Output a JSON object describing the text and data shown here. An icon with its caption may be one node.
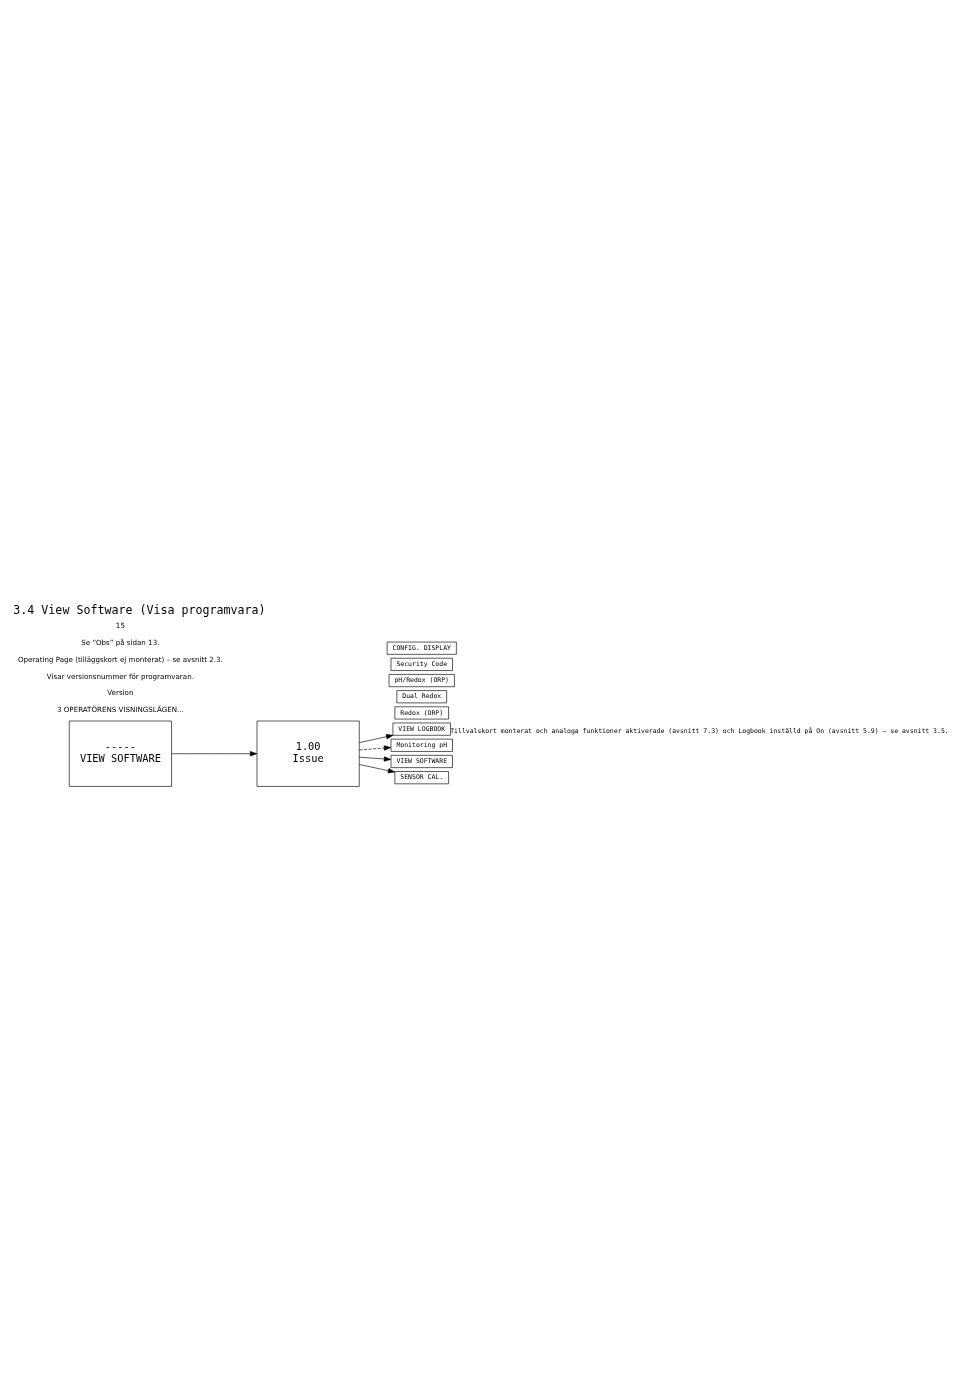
{
  "diagram": {
    "title": "3.4 View Software (Visa programvara)",
    "nodes": [
      {
        "text": [
          "-----",
          "VIEW SOFTWARE"
        ]
      },
      {
        "text": [
          "1.00",
          "Issue"
        ]
      },
      {
        "text": [
          "VIEW LOGBOOK"
        ],
        "beside": [
          "Tillvalskort monterat och analoga funktioner aktiverade (avsnitt 7.3) och Logbook inställd på On (avsnitt 5.9) – se avsnitt 3.5."
        ]
      },
      {
        "text": [
          "Monitoring pH"
        ]
      },
      {
        "text": [
          "Redox (ORP)"
        ]
      },
      {
        "text": [
          "Dual Redox"
        ]
      },
      {
        "text": [
          "pH/Redox (ORP)"
        ]
      },
      {
        "text": [
          "VIEW SOFTWARE"
        ]
      },
      {
        "text": [
          "SENSOR CAL."
        ]
      },
      {
        "text": [
          "Security Code"
        ]
      },
      {
        "text": [
          "CONFIG. DISPLAY"
        ]
      }
    ],
    "edges": [
      {
        "from": 0,
        "to": 1,
        "arrow": "to"
      },
      {
        "from": 1,
        "to": 2,
        "arrow": "to"
      },
      {
        "from": 1,
        "to": 3,
        "arrow": "to",
        "style": "dashed"
      },
      {
        "from": 1,
        "to": 7,
        "arrow": "to"
      },
      {
        "from": 1,
        "to": 8,
        "arrow": "to"
      }
    ],
    "labels": [
      "3 OPERATÖRENS VISNINGSLÄGEN...",
      "Version",
      "Visar versionsnummer för programvaran.",
      "Operating Page (tilläggskort ej monterat) – se avsnitt 2.3.",
      "Se “Obs” på sidan 13.",
      "15"
    ]
  }
}
